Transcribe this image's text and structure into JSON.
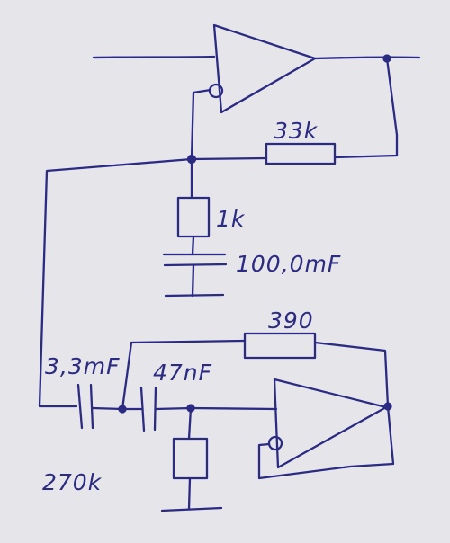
{
  "diagram": {
    "ink_color": "#2b2b83",
    "paper_color": "#e6e5e9",
    "labels": {
      "r_feedback_top": "33k",
      "r_ground_top": "1k",
      "c_ground_top": "100,0mF",
      "r_feedback_bottom": "390",
      "c_input_bottom": "3,3mF",
      "c_series_bottom": "47nF",
      "r_ground_bottom": "270k"
    }
  }
}
